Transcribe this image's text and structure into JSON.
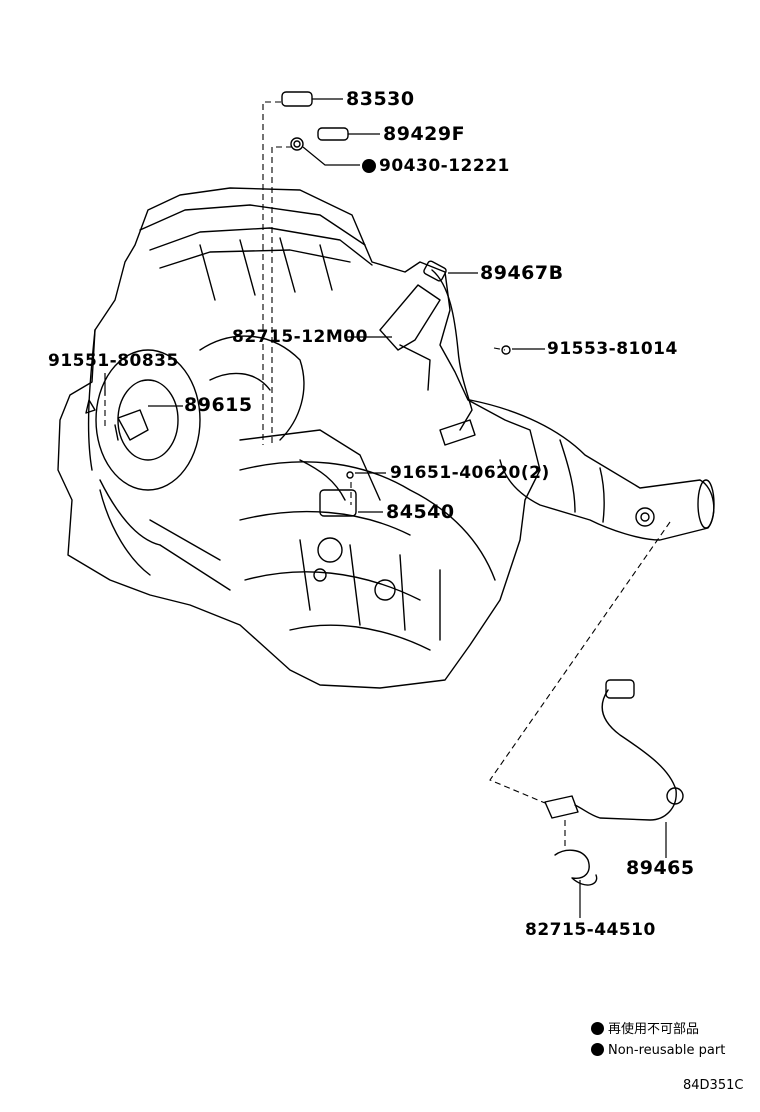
{
  "parts": {
    "p83530": "83530",
    "p89429f": "89429F",
    "p90430": "90430-12221",
    "p89467b": "89467B",
    "p82715_12m00": "82715-12M00",
    "p91553": "91553-81014",
    "p91551": "91551-80835",
    "p89615": "89615",
    "p91651": "91651-40620(2)",
    "p84540": "84540",
    "p89465": "89465",
    "p82715_44510": "82715-44510"
  },
  "legend": {
    "jp": "再使用不可部品",
    "en": "Non-reusable part"
  },
  "diagram_code": "84D351C"
}
